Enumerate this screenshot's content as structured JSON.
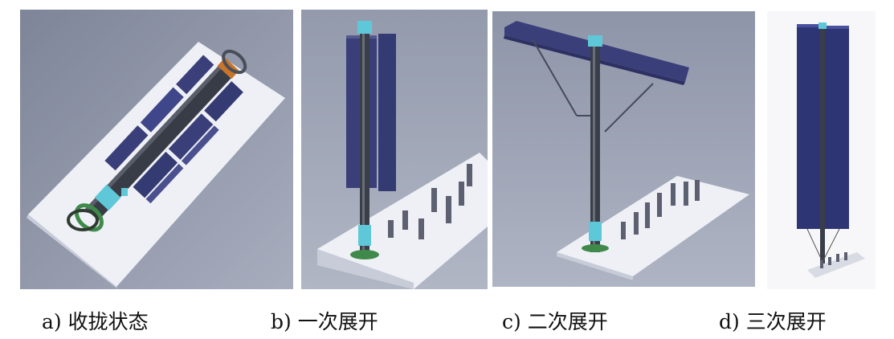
{
  "panels": [
    {
      "letter": "a)",
      "caption": "收拢状态"
    },
    {
      "letter": "b)",
      "caption": "一次展开"
    },
    {
      "letter": "c)",
      "caption": "二次展开"
    },
    {
      "letter": "d)",
      "caption": "三次展开"
    }
  ],
  "colors": {
    "background_gray": "#8f96a8",
    "platform_white": "#f2f2f6",
    "panel_navy": "#3a3f7a",
    "mast_dark": "#3a3e48",
    "accent_cyan": "#5fc8d8",
    "accent_green": "#3f8a4a",
    "accent_orange": "#c8742a"
  }
}
